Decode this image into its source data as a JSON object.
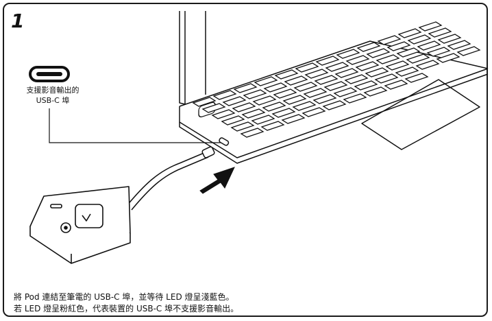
{
  "step_number": "1",
  "port_label": {
    "line1": "支援影音輸出的",
    "line2": "USB-C 埠"
  },
  "caption": {
    "line1": "將 Pod 連結至筆電的 USB-C 埠，並等待 LED 燈呈淺藍色。",
    "line2": "若 LED 燈呈粉紅色，代表裝置的 USB-C 埠不支援影音輸出。"
  },
  "icons": [
    "usb-c-port-icon",
    "laptop-illustration",
    "pod-dongle-illustration",
    "insert-arrow-icon"
  ]
}
